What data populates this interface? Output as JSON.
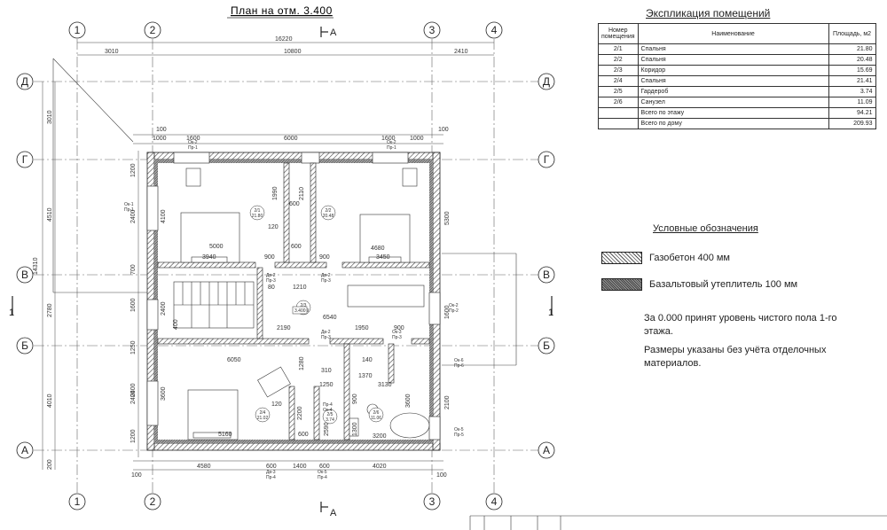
{
  "plan_title": "План на отм. 3.400",
  "section_mark": "А",
  "section_side": "1",
  "axes_vertical": [
    "1",
    "2",
    "3",
    "4"
  ],
  "axes_horizontal": [
    "Д",
    "Г",
    "В",
    "Б",
    "А"
  ],
  "dims_top": {
    "overall": "16220",
    "mid": "10800",
    "left": "3010",
    "right": "2410",
    "inner": "6000",
    "w1": "1600",
    "w2": "1600",
    "s1": "100",
    "s2": "1000",
    "s3": "1000",
    "s4": "100"
  },
  "dims_left": {
    "total": "14310",
    "a": "3010",
    "b": "4510",
    "c": "2780",
    "d": "4010",
    "e": "200",
    "g1": "1200",
    "g2": "2400",
    "g3": "700",
    "g4": "1600",
    "g5": "1250",
    "g6": "2400",
    "g7": "1200"
  },
  "dims_bottom": {
    "left": "4580",
    "door": "600",
    "mid": "1400",
    "door2": "600",
    "right": "4020",
    "s1": "100",
    "s2": "100"
  },
  "dims_inner": [
    "1990",
    "2110",
    "600",
    "4100",
    "120",
    "5000",
    "3940",
    "900",
    "4680",
    "3450",
    "600",
    "900",
    "80",
    "1210",
    "2400",
    "6540",
    "2190",
    "1950",
    "900",
    "400",
    "6050",
    "1280",
    "310",
    "140",
    "1370",
    "3130",
    "3600",
    "120",
    "2200",
    "1250",
    "900",
    "5160",
    "600",
    "3200",
    "2590",
    "1300",
    "3600",
    "2100",
    "5300",
    "2400",
    "1600"
  ],
  "room_tags": [
    {
      "num": "2/1",
      "area": "21.80"
    },
    {
      "num": "2/2",
      "area": "20.48"
    },
    {
      "num": "2/3",
      "area": "15.69"
    },
    {
      "num": "2/4",
      "area": "21.02"
    },
    {
      "num": "2/5",
      "area": "3.74"
    },
    {
      "num": "2/6",
      "area": "11.06"
    }
  ],
  "level_mark": "3.400",
  "opening_tags": [
    "Ок-2",
    "Пр-1",
    "Ок-2",
    "Пр-1",
    "Ок-1",
    "Пр-1",
    "Ок-2",
    "Пр-2",
    "Дв-2",
    "Пр-3",
    "Дв-2",
    "Пр-3",
    "Дв-2",
    "Пр-3",
    "Ок-3",
    "Пр-3",
    "Дв-3",
    "Пр-4",
    "Ок-5",
    "Пр-4",
    "Ок-4",
    "Пр-4",
    "Ок-6",
    "Пр-6",
    "Ок-5",
    "Пр-5"
  ],
  "explication": {
    "title": "Экспликация помещений",
    "headers": [
      "Номер помещения",
      "Наименование",
      "Площадь, м2"
    ],
    "rows": [
      [
        "2/1",
        "Спальня",
        "21.80"
      ],
      [
        "2/2",
        "Спальня",
        "20.48"
      ],
      [
        "2/3",
        "Коридор",
        "15.69"
      ],
      [
        "2/4",
        "Спальня",
        "21.41"
      ],
      [
        "2/5",
        "Гардероб",
        "3.74"
      ],
      [
        "2/6",
        "Санузел",
        "11.09"
      ],
      [
        "",
        "Всего по этажу",
        "94.21"
      ],
      [
        "",
        "Всего по дому",
        "209.93"
      ]
    ]
  },
  "legend": {
    "title": "Условные обозначения",
    "items": [
      "Газобетон 400 мм",
      "Базальтовый утеплитель 100 мм"
    ]
  },
  "notes": [
    "За 0.000 принят уровень чистого пола 1-го этажа.",
    "Размеры указаны без учёта отделочных материалов."
  ]
}
